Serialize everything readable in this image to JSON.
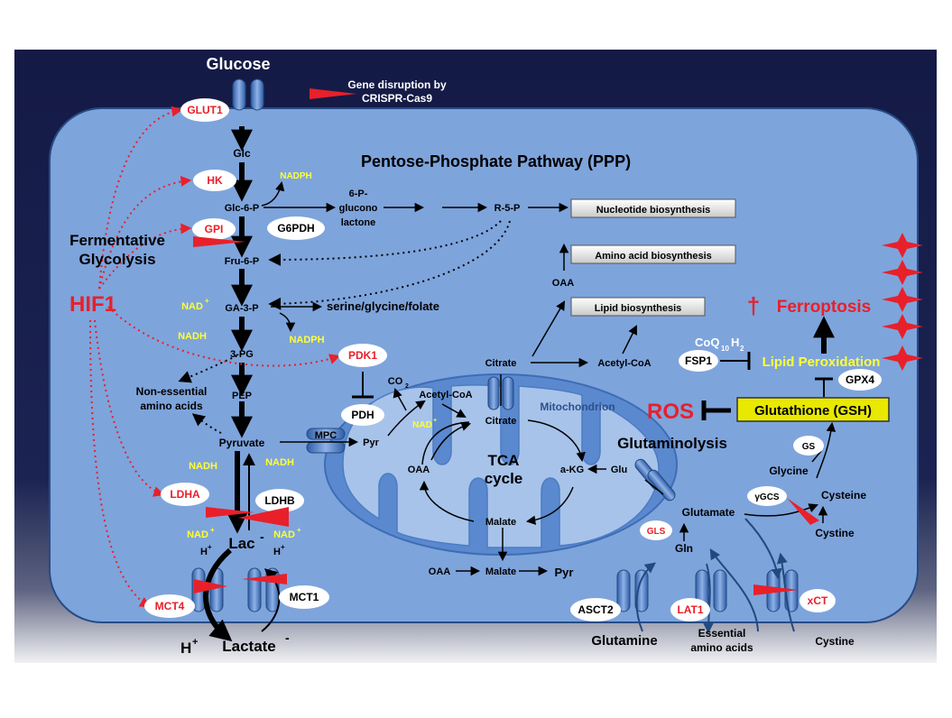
{
  "title": "Pentose-Phosphate Pathway (PPP)",
  "legend": {
    "text_line1": "Gene disruption by",
    "text_line2": "CRISPR-Cas9"
  },
  "metabolites": {
    "glucose": "Glucose",
    "glc": "Glc",
    "glc6p": "Glc-6-P",
    "fru6p": "Fru-6-P",
    "ga3p": "GA-3-P",
    "pg3": "3-PG",
    "pep": "PEP",
    "pyruvate": "Pyruvate",
    "lac": "Lac",
    "lac_sign": "-",
    "lactate": "Lactate",
    "lactate_sign": "-",
    "h_out": "H",
    "h_plus": "+",
    "h1": "H",
    "h2": "H",
    "gluconolactone_1": "6-P-",
    "gluconolactone_2": "glucono",
    "gluconolactone_3": "lactone",
    "r5p": "R-5-P",
    "serine": "serine/glycine/folate",
    "nonessential_1": "Non-essential",
    "nonessential_2": "amino acids",
    "oaa_top": "OAA",
    "citrate_out": "Citrate",
    "acetylcoa_out": "Acetyl-CoA",
    "co2": "CO",
    "co2_sub": "2",
    "acetylcoa_in": "Acetyl-CoA",
    "citrate_in": "Citrate",
    "pyr_in": "Pyr",
    "oaa_in": "OAA",
    "akg": "a-KG",
    "glu_in": "Glu",
    "malate_in": "Malate",
    "tca_1": "TCA",
    "tca_2": "cycle",
    "oaa_bottom": "OAA",
    "malate_bottom": "Malate",
    "pyr_bottom": "Pyr",
    "glutamate": "Glutamate",
    "gln": "Gln",
    "glutamine": "Glutamine",
    "essential_1": "Essential",
    "essential_2": "amino acids",
    "cystine_in": "Cystine",
    "cysteine": "Cysteine",
    "glycine": "Glycine",
    "cystine_out": "Cystine",
    "coq": "CoQ",
    "coq_sub": "10",
    "coq_h": "H",
    "coq_sub2": "2"
  },
  "cofactors": {
    "nadph1": "NADPH",
    "nadph2": "NADPH",
    "nad": "NAD",
    "nad_sup": "+",
    "nadh1": "NADH",
    "nadh_left": "NADH",
    "nadh_right": "NADH",
    "nad_left": "NAD",
    "nad_right": "NAD",
    "nad_mito": "NAD",
    "plus": "+"
  },
  "labels": {
    "fermentative_1": "Fermentative",
    "fermentative_2": "Glycolysis",
    "hif1": "HIF1",
    "mitochondrion": "Mitochondrion",
    "glutaminolysis": "Glutaminolysis",
    "ros": "ROS",
    "ferroptosis": "Ferroptosis",
    "lipid_peroxidation": "Lipid Peroxidation",
    "glutathione": "Glutathione (GSH)",
    "dagger": "†"
  },
  "boxes": {
    "nucleotide": "Nucleotide biosynthesis",
    "amino_acid": "Amino acid biosynthesis",
    "lipid": "Lipid biosynthesis"
  },
  "enzymes": {
    "glut1": "GLUT1",
    "hk": "HK",
    "gpi": "GPI",
    "g6pdh": "G6PDH",
    "pdk1": "PDK1",
    "pdh": "PDH",
    "ldha": "LDHA",
    "ldhb": "LDHB",
    "mct4": "MCT4",
    "mct1": "MCT1",
    "mpc": "MPC",
    "gls": "GLS",
    "asct2": "ASCT2",
    "lat1": "LAT1",
    "xct": "xCT",
    "gs": "GS",
    "ggcs": "γGCS",
    "fsp1": "FSP1",
    "gpx4": "GPX4"
  },
  "colors": {
    "background_dark": "#141a45",
    "cell": "#7ea4dc",
    "mito_outer": "#5a89cf",
    "mito_inner": "#a7c3ea",
    "red": "#e8202a",
    "yellow": "#ffff33",
    "gsh_fill": "#e8e800"
  }
}
